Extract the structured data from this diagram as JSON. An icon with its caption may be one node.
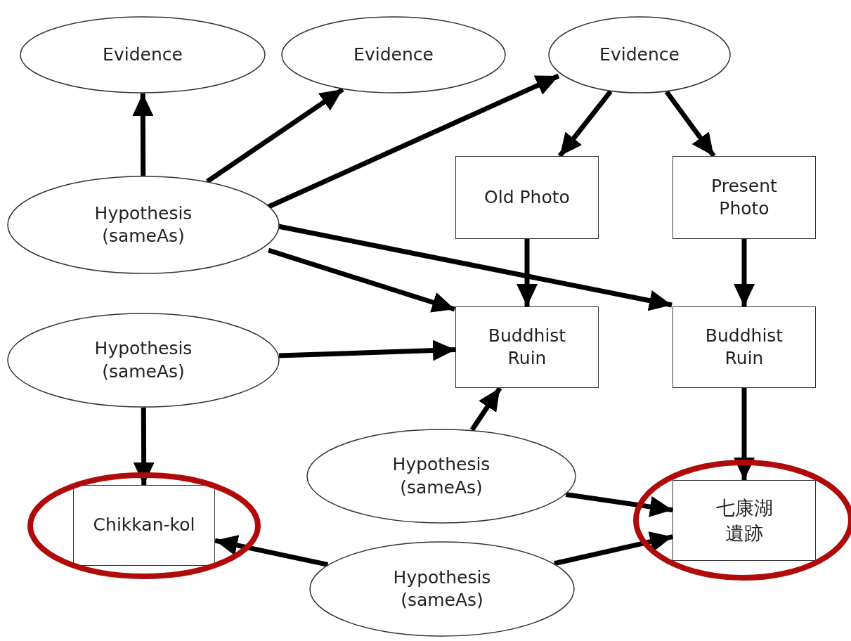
{
  "diagram": {
    "nodes": [
      {
        "text": [
          "Evidence"
        ]
      },
      {
        "text": [
          "Evidence"
        ]
      },
      {
        "text": [
          "Evidence"
        ]
      },
      {
        "text": [
          "Hypothesis (sameAs)"
        ]
      },
      {
        "text": [
          "Old Photo"
        ]
      },
      {
        "text": [
          "Present Photo"
        ]
      },
      {
        "text": [
          "Buddhist Ruin"
        ]
      },
      {
        "text": [
          "Buddhist Ruin"
        ]
      },
      {
        "text": [
          "Hypothesis (sameAs)"
        ]
      },
      {
        "text": [
          "Chikkan-kol"
        ]
      },
      {
        "text": [
          "Hypothesis (sameAs)"
        ]
      },
      {
        "text": [
          "七康湖遺跡"
        ]
      },
      {
        "text": [
          "Hypothesis (sameAs)"
        ]
      }
    ],
    "edges": [
      {
        "from": 3,
        "to": 0,
        "arrow": "to"
      },
      {
        "from": 3,
        "to": 1,
        "arrow": "to"
      },
      {
        "from": 3,
        "to": 2,
        "arrow": "to"
      },
      {
        "from": 2,
        "to": 4,
        "arrow": "to"
      },
      {
        "from": 2,
        "to": 5,
        "arrow": "to"
      },
      {
        "from": 4,
        "to": 6,
        "arrow": "to"
      },
      {
        "from": 5,
        "to": 7,
        "arrow": "to"
      },
      {
        "from": 3,
        "to": 6,
        "arrow": "to"
      },
      {
        "from": 3,
        "to": 7,
        "arrow": "to"
      },
      {
        "from": 8,
        "to": 6,
        "arrow": "to"
      },
      {
        "from": 8,
        "to": 9,
        "arrow": "to"
      },
      {
        "from": 10,
        "to": 6,
        "arrow": "to"
      },
      {
        "from": 10,
        "to": 11,
        "arrow": "to"
      },
      {
        "from": 7,
        "to": 11,
        "arrow": "to"
      },
      {
        "from": 12,
        "to": 9,
        "arrow": "to"
      },
      {
        "from": 12,
        "to": 11,
        "arrow": "to"
      }
    ]
  }
}
